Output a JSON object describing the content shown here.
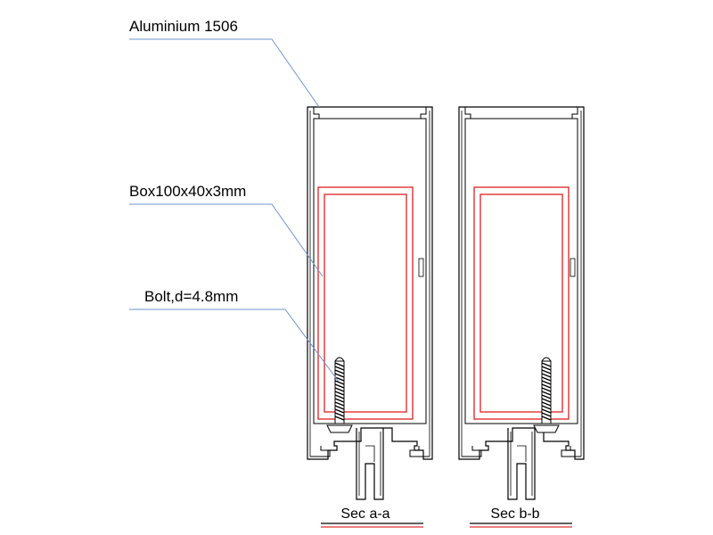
{
  "labels": {
    "aluminium": "Aluminium 1506",
    "box": "Box100x40x3mm",
    "bolt": "Bolt,d=4.8mm"
  },
  "sections": {
    "left_title": "Sec a-a",
    "right_title": "Sec b-b"
  },
  "colors": {
    "profile": "#000000",
    "steel_box": "#e03030",
    "leader": "#6f93d4",
    "background": "#ffffff"
  }
}
